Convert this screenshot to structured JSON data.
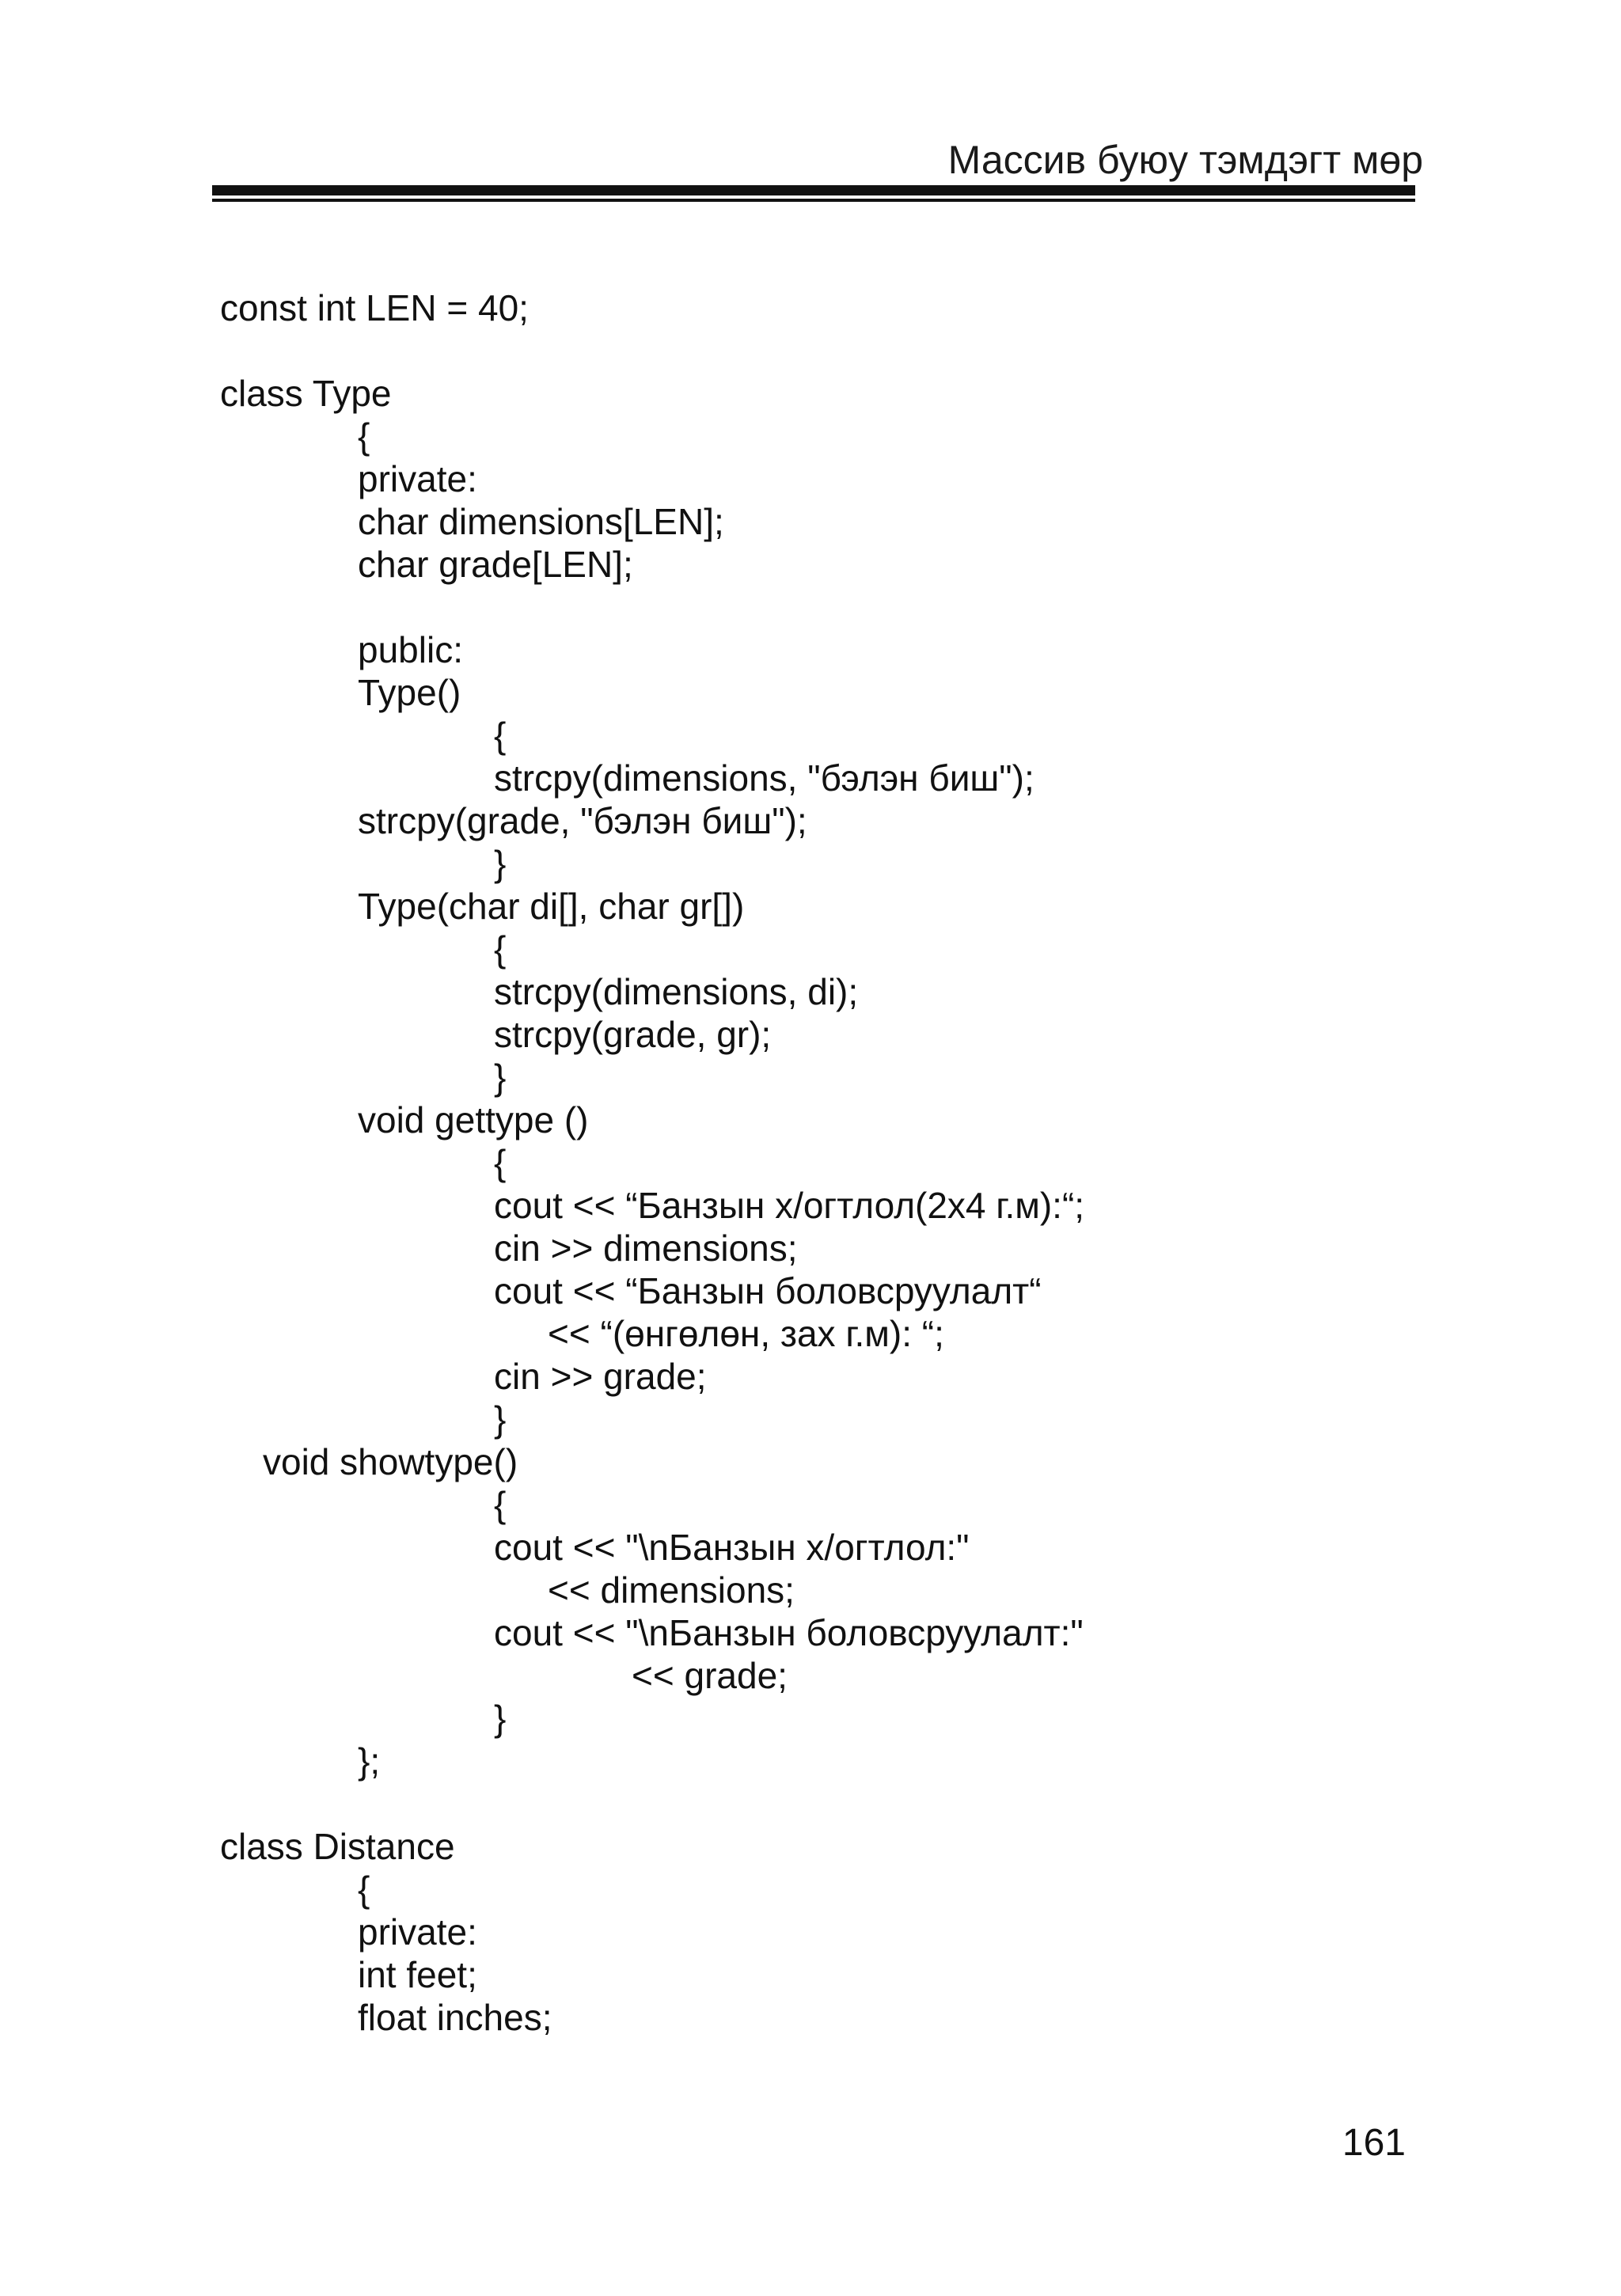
{
  "header": {
    "running_title": "Массив буюу тэмдэгт мөр"
  },
  "code": {
    "lines": [
      {
        "text": "const int LEN = 40;",
        "indent": "0"
      },
      {
        "text": "",
        "indent": "0"
      },
      {
        "text": "class Type",
        "indent": "0"
      },
      {
        "text": "{",
        "indent": "1"
      },
      {
        "text": "private:",
        "indent": "1"
      },
      {
        "text": "char dimensions[LEN];",
        "indent": "1"
      },
      {
        "text": "char grade[LEN];",
        "indent": "1"
      },
      {
        "text": "",
        "indent": "0"
      },
      {
        "text": "public:",
        "indent": "1"
      },
      {
        "text": "Type()",
        "indent": "1"
      },
      {
        "text": "{",
        "indent": "2"
      },
      {
        "text": "strcpy(dimensions, \"бэлэн биш\");",
        "indent": "2"
      },
      {
        "text": "strcpy(grade, \"бэлэн биш\");",
        "indent": "1"
      },
      {
        "text": "}",
        "indent": "2"
      },
      {
        "text": "Type(char di[], char gr[])",
        "indent": "1"
      },
      {
        "text": "{",
        "indent": "2"
      },
      {
        "text": "strcpy(dimensions, di);",
        "indent": "2"
      },
      {
        "text": "strcpy(grade, gr);",
        "indent": "2"
      },
      {
        "text": "}",
        "indent": "2"
      },
      {
        "text": "void gettype ()",
        "indent": "1"
      },
      {
        "text": "{",
        "indent": "2"
      },
      {
        "text": "cout << “Банзын х/огтлол(2x4 г.м):“;",
        "indent": "2"
      },
      {
        "text": "cin >> dimensions;",
        "indent": "2"
      },
      {
        "text": "cout << “Банзын боловсруулалт“",
        "indent": "2"
      },
      {
        "text": "<< “(өнгөлөн, зах г.м): “;",
        "indent": "3"
      },
      {
        "text": "cin >> grade;",
        "indent": "2"
      },
      {
        "text": "}",
        "indent": "2"
      },
      {
        "text": "void showtype()",
        "indent": "A"
      },
      {
        "text": "{",
        "indent": "2"
      },
      {
        "text": "cout << \"\\nБанзын х/огтлол:\"",
        "indent": "2"
      },
      {
        "text": "<< dimensions;",
        "indent": "3"
      },
      {
        "text": "cout << \"\\nБанзын боловсруулалт:\"",
        "indent": "2"
      },
      {
        "text": "<< grade;",
        "indent": "4"
      },
      {
        "text": "}",
        "indent": "2"
      },
      {
        "text": "};",
        "indent": "1"
      },
      {
        "text": "",
        "indent": "0"
      },
      {
        "text": "class Distance",
        "indent": "0"
      },
      {
        "text": "{",
        "indent": "1"
      },
      {
        "text": "private:",
        "indent": "1"
      },
      {
        "text": "int feet;",
        "indent": "1"
      },
      {
        "text": "float inches;",
        "indent": "1"
      }
    ]
  },
  "footer": {
    "page_number": "161"
  }
}
